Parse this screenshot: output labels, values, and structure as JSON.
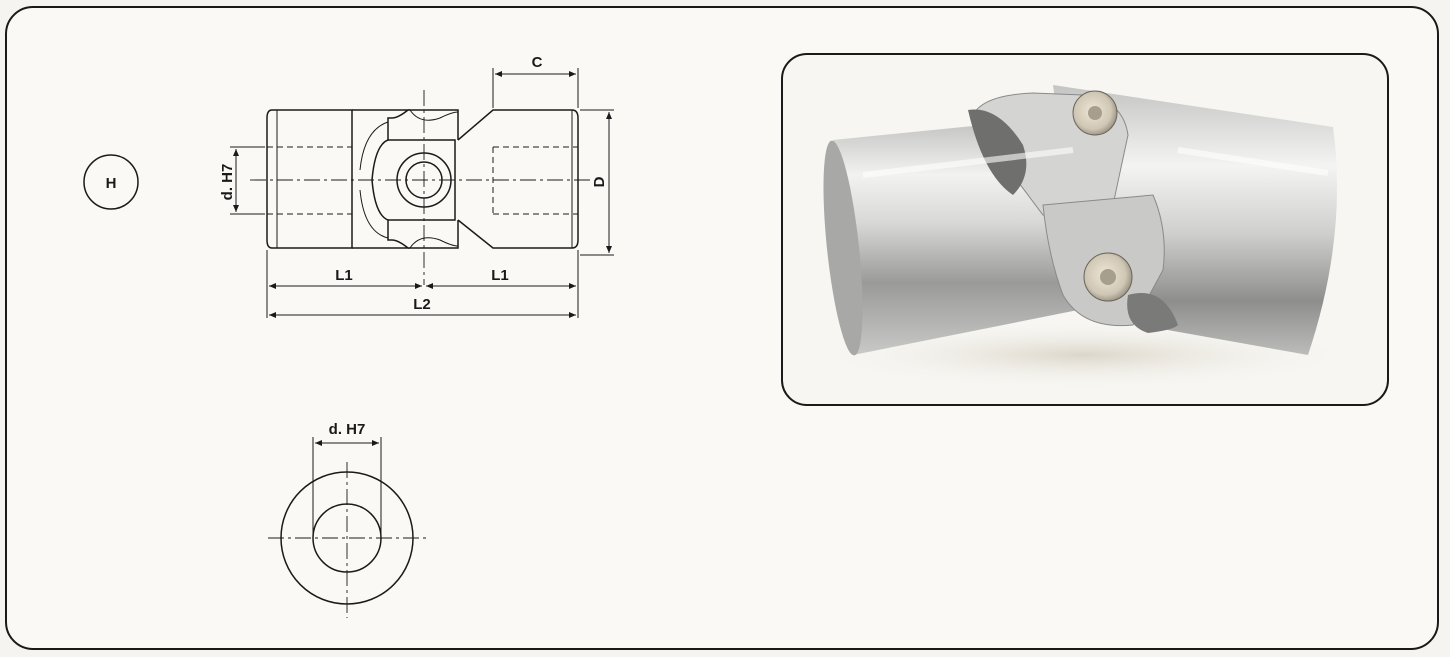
{
  "drawing": {
    "type_badge": "H",
    "side_view": {
      "dim_c": "C",
      "dim_d": "D",
      "dim_bore": "d. H7",
      "dim_l1_left": "L1",
      "dim_l1_right": "L1",
      "dim_l2": "L2"
    },
    "end_view": {
      "dim_bore": "d. H7"
    }
  },
  "photo": {
    "subject": "universal-joint-photo"
  },
  "colors": {
    "line": "#1a1a1a",
    "paper": "#faf9f6",
    "steel_light": "#e8e8e6",
    "steel_dark": "#8f8f8d"
  }
}
